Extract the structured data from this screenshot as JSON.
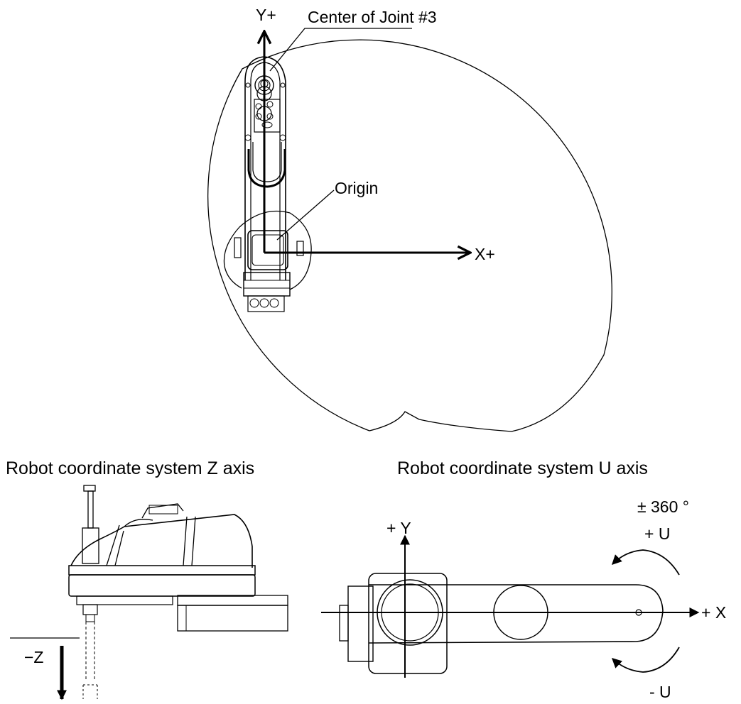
{
  "top_view": {
    "label_yplus": "Y+",
    "label_xplus": "X+",
    "label_joint3": "Center of Joint #3",
    "label_origin": "Origin"
  },
  "z_axis_view": {
    "caption": "Robot coordinate system Z axis",
    "label_minus_z": "−Z"
  },
  "u_axis_view": {
    "caption": "Robot coordinate system U axis",
    "label_plus_y": "+ Y",
    "label_plus_x": "+ X",
    "label_rotation_range": "± 360 °",
    "label_plus_u": "+ U",
    "label_minus_u": "- U"
  }
}
